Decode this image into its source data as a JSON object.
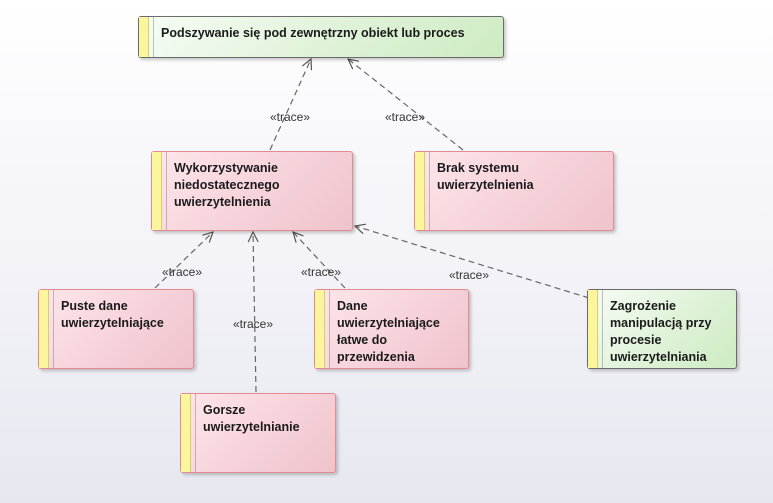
{
  "nodes": {
    "root": {
      "label": "Podszywanie się pod zewnętrzny obiekt lub proces"
    },
    "insufficient_auth": {
      "label": "Wykorzystywanie\nniedostatecznego\nuwierzytelnienia"
    },
    "no_auth_system": {
      "label": "Brak systemu\nuwierzytelnienia"
    },
    "empty_auth_data": {
      "label": "Puste dane\nuwierzytelniające"
    },
    "worse_auth": {
      "label": "Gorsze\nuwierzytelnianie"
    },
    "predictable_auth_data": {
      "label": "Dane\nuwierzytelniające\nłatwe do\nprzewidzenia"
    },
    "auth_manipulation": {
      "label": "Zagrożenie\nmanipulacją przy\nprocesie\nuwierzytelniania"
    }
  },
  "connector_label": "«trace»",
  "colors": {
    "threat_fill": "#f6d2d9",
    "threat_border": "#e48a92",
    "goal_fill": "#dff2d8",
    "goal_border": "#6b6b6b",
    "stripe": "#fbf59d",
    "connector": "#555555"
  }
}
